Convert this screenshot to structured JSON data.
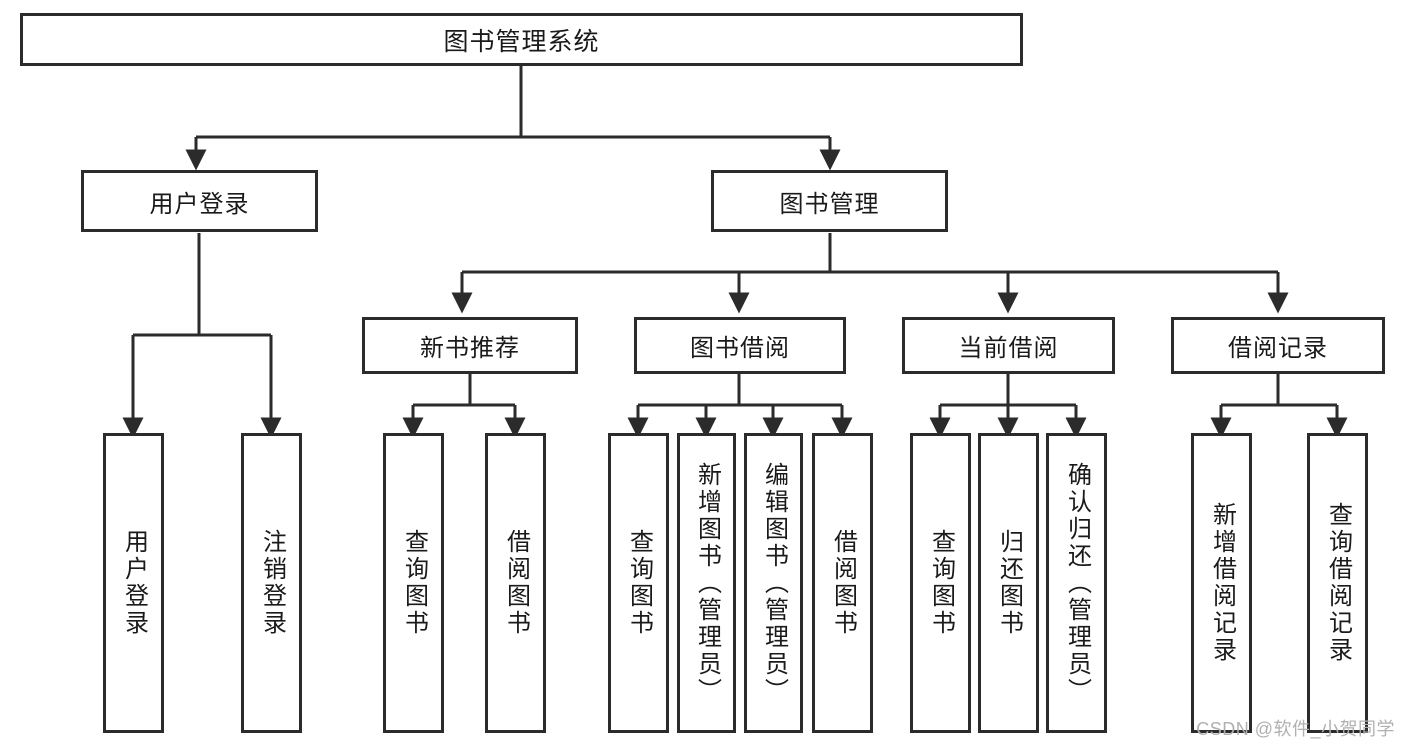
{
  "diagram": {
    "type": "tree-hierarchy",
    "title_node": {
      "label": "图书管理系统"
    },
    "level2": [
      {
        "label": "用户登录"
      },
      {
        "label": "图书管理"
      }
    ],
    "level3": [
      {
        "label": "新书推荐"
      },
      {
        "label": "图书借阅"
      },
      {
        "label": "当前借阅"
      },
      {
        "label": "借阅记录"
      }
    ],
    "leaves": {
      "user_login": [
        {
          "label": "用户登录"
        },
        {
          "label": "注销登录"
        }
      ],
      "new_book_recommend": [
        {
          "label": "查询图书"
        },
        {
          "label": "借阅图书"
        }
      ],
      "book_borrow": [
        {
          "label": "查询图书"
        },
        {
          "label": "新增图书（管理员）"
        },
        {
          "label": "编辑图书（管理员）"
        },
        {
          "label": "借阅图书"
        }
      ],
      "current_borrow": [
        {
          "label": "查询图书"
        },
        {
          "label": "归还图书"
        },
        {
          "label": "确认归还（管理员）"
        }
      ],
      "borrow_record": [
        {
          "label": "新增借阅记录"
        },
        {
          "label": "查询借阅记录"
        }
      ]
    }
  },
  "watermark": {
    "text": "CSDN @软件_小贺同学"
  },
  "colors": {
    "stroke": "#2b2b2b",
    "fill": "#ffffff",
    "text": "#1a1a1a",
    "watermark": "#b0b0b0"
  }
}
